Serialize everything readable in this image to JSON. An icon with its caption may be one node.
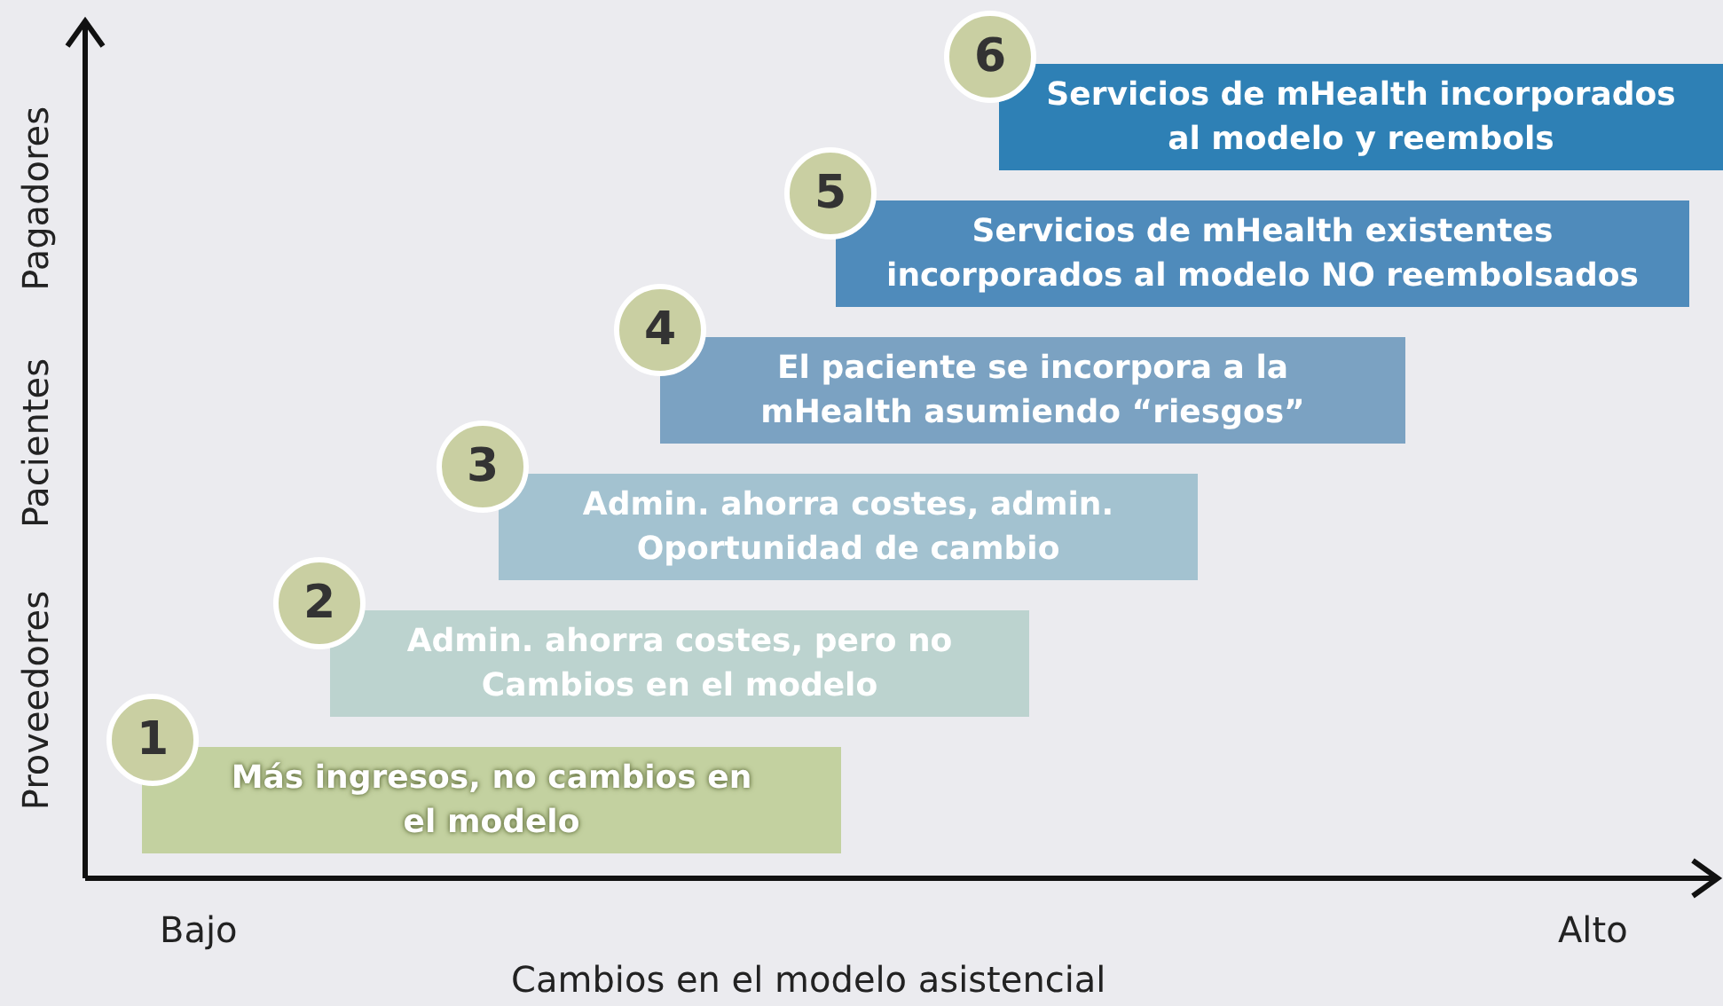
{
  "diagram": {
    "nodes": [
      {
        "text": [
          "1"
        ]
      },
      {
        "text": [
          "Más ingresos, no cambios en el modelo"
        ]
      },
      {
        "text": [
          "2"
        ]
      },
      {
        "text": [
          "Admin. ahorra costes, pero no Cambios en el modelo"
        ]
      },
      {
        "text": [
          "3"
        ]
      },
      {
        "text": [
          "Admin. ahorra costes, admin. Oportunidad de cambio"
        ]
      },
      {
        "text": [
          "4"
        ]
      },
      {
        "text": [
          "El paciente se incorpora a la mHealth asumiendo “riesgos”"
        ]
      },
      {
        "text": [
          "5"
        ]
      },
      {
        "text": [
          "Servicios de mHealth existentes incorporados al modelo NO reembolsados"
        ]
      },
      {
        "text": [
          "6"
        ]
      },
      {
        "text": [
          "Servicios de mHealth incorporados al modelo y reembols"
        ]
      }
    ],
    "edges": [],
    "labels": [
      "Proveedores",
      "Pacientes",
      "Pagadores",
      "Bajo",
      "Alto",
      "Cambios en el modelo asistencial"
    ]
  }
}
